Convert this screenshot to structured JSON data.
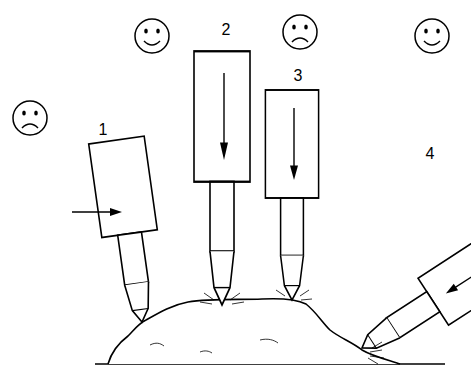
{
  "diagram": {
    "labels": [
      "1",
      "2",
      "3",
      "4"
    ]
  }
}
